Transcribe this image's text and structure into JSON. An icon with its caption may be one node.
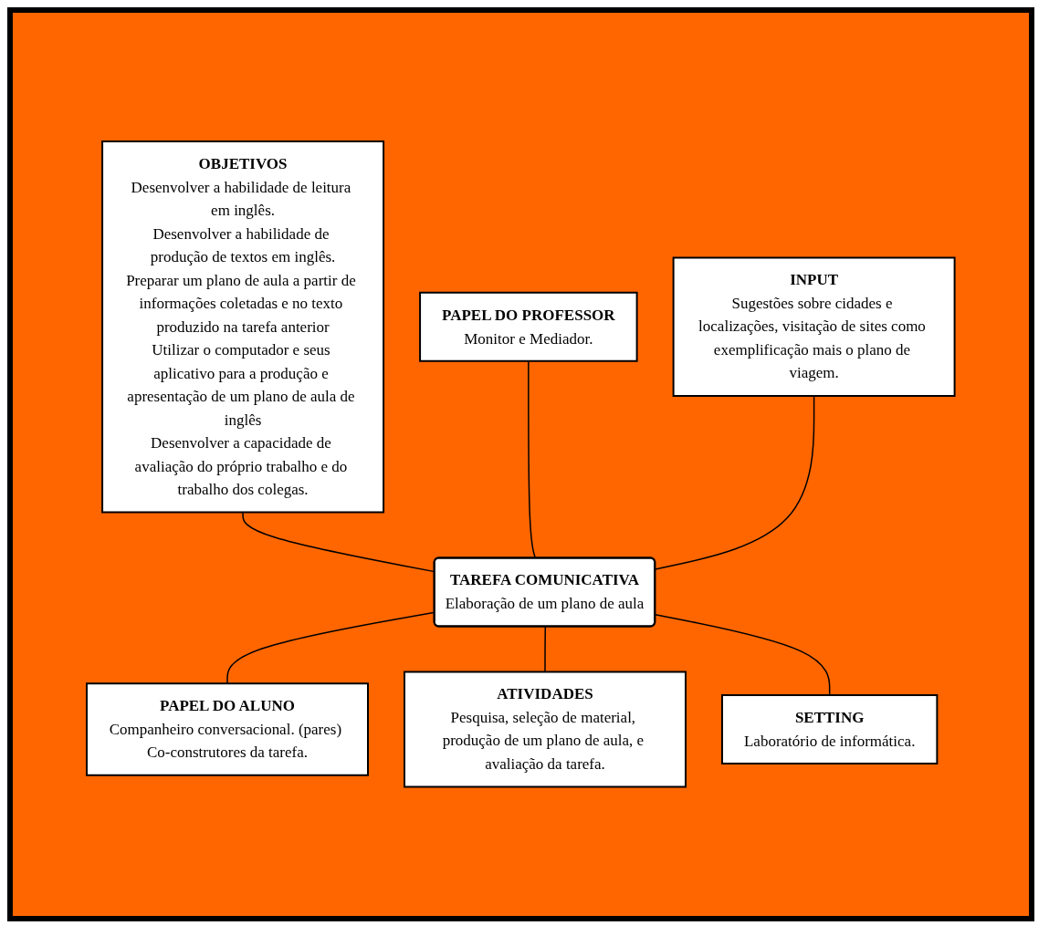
{
  "diagram": {
    "nodes": [
      {
        "text": [
          "OBJETIVOS",
          "Desenvolver a habilidade de leitura em inglês.",
          "Desenvolver a habilidade de produção de textos em inglês.",
          "Preparar um plano de aula a partir de informações coletadas e no texto produzido na tarefa anterior",
          "Utilizar o computador e seus aplicativo para a produção e apresentação de um plano de aula de inglês",
          "Desenvolver a capacidade de avaliação do próprio trabalho e do trabalho dos colegas."
        ]
      },
      {
        "text": [
          "PAPEL DO PROFESSOR",
          "Monitor e Mediador."
        ]
      },
      {
        "text": [
          "INPUT",
          "Sugestões sobre cidades e localizações, visitação de sites como exemplificação mais o plano de viagem."
        ]
      },
      {
        "text": [
          "TAREFA COMUNICATIVA",
          "Elaboração de um plano de aula"
        ]
      },
      {
        "text": [
          "PAPEL DO ALUNO",
          "Companheiro conversacional. (pares) Co-construtores da tarefa."
        ]
      },
      {
        "text": [
          "ATIVIDADES",
          "Pesquisa, seleção de material, produção de um plano de aula, e avaliação da tarefa."
        ]
      },
      {
        "text": [
          "SETTING",
          "Laboratório de informática."
        ]
      }
    ],
    "edges": [
      {
        "from": 0,
        "to": 3,
        "arrow": "none"
      },
      {
        "from": 1,
        "to": 3,
        "arrow": "none"
      },
      {
        "from": 2,
        "to": 3,
        "arrow": "none"
      },
      {
        "from": 3,
        "to": 4,
        "arrow": "none"
      },
      {
        "from": 3,
        "to": 5,
        "arrow": "none"
      },
      {
        "from": 3,
        "to": 6,
        "arrow": "none"
      }
    ]
  }
}
